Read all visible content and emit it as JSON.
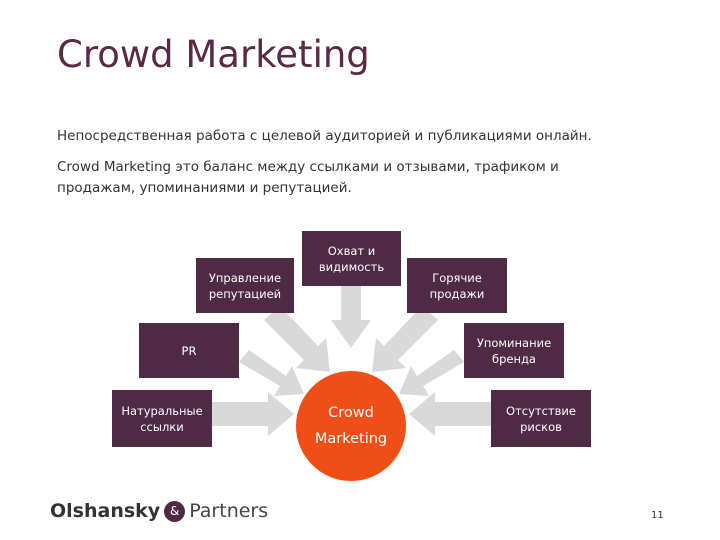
{
  "slide": {
    "title": "Crowd Marketing",
    "paragraph1": "Непосредственная работа с целевой аудиторией и публикациями онлайн.",
    "paragraph2": "Crowd Marketing это баланс между ссылками и отзывами, трафиком и продажам, упоминаниями и репутацией."
  },
  "diagram": {
    "center_line1": "Crowd",
    "center_line2": "Marketing",
    "center_color": "#f04e17",
    "box_color": "#4f2a45",
    "arrow_color": "#d9d9d9",
    "boxes": {
      "ohvat_line1": "Охват и",
      "ohvat_line2": "видимость",
      "uprav_line1": "Управление",
      "uprav_line2": "репутацией",
      "gor_line1": "Горячие",
      "gor_line2": "продажи",
      "pr": "PR",
      "upom_line1": "Упоминание",
      "upom_line2": "бренда",
      "nat_line1": "Натуральные",
      "nat_line2": "ссылки",
      "ots_line1": "Отсутствие",
      "ots_line2": "рисков"
    }
  },
  "footer": {
    "logo_bold": "Olshansky",
    "logo_amp": "&",
    "logo_light": "Partners",
    "page_number": "11"
  }
}
